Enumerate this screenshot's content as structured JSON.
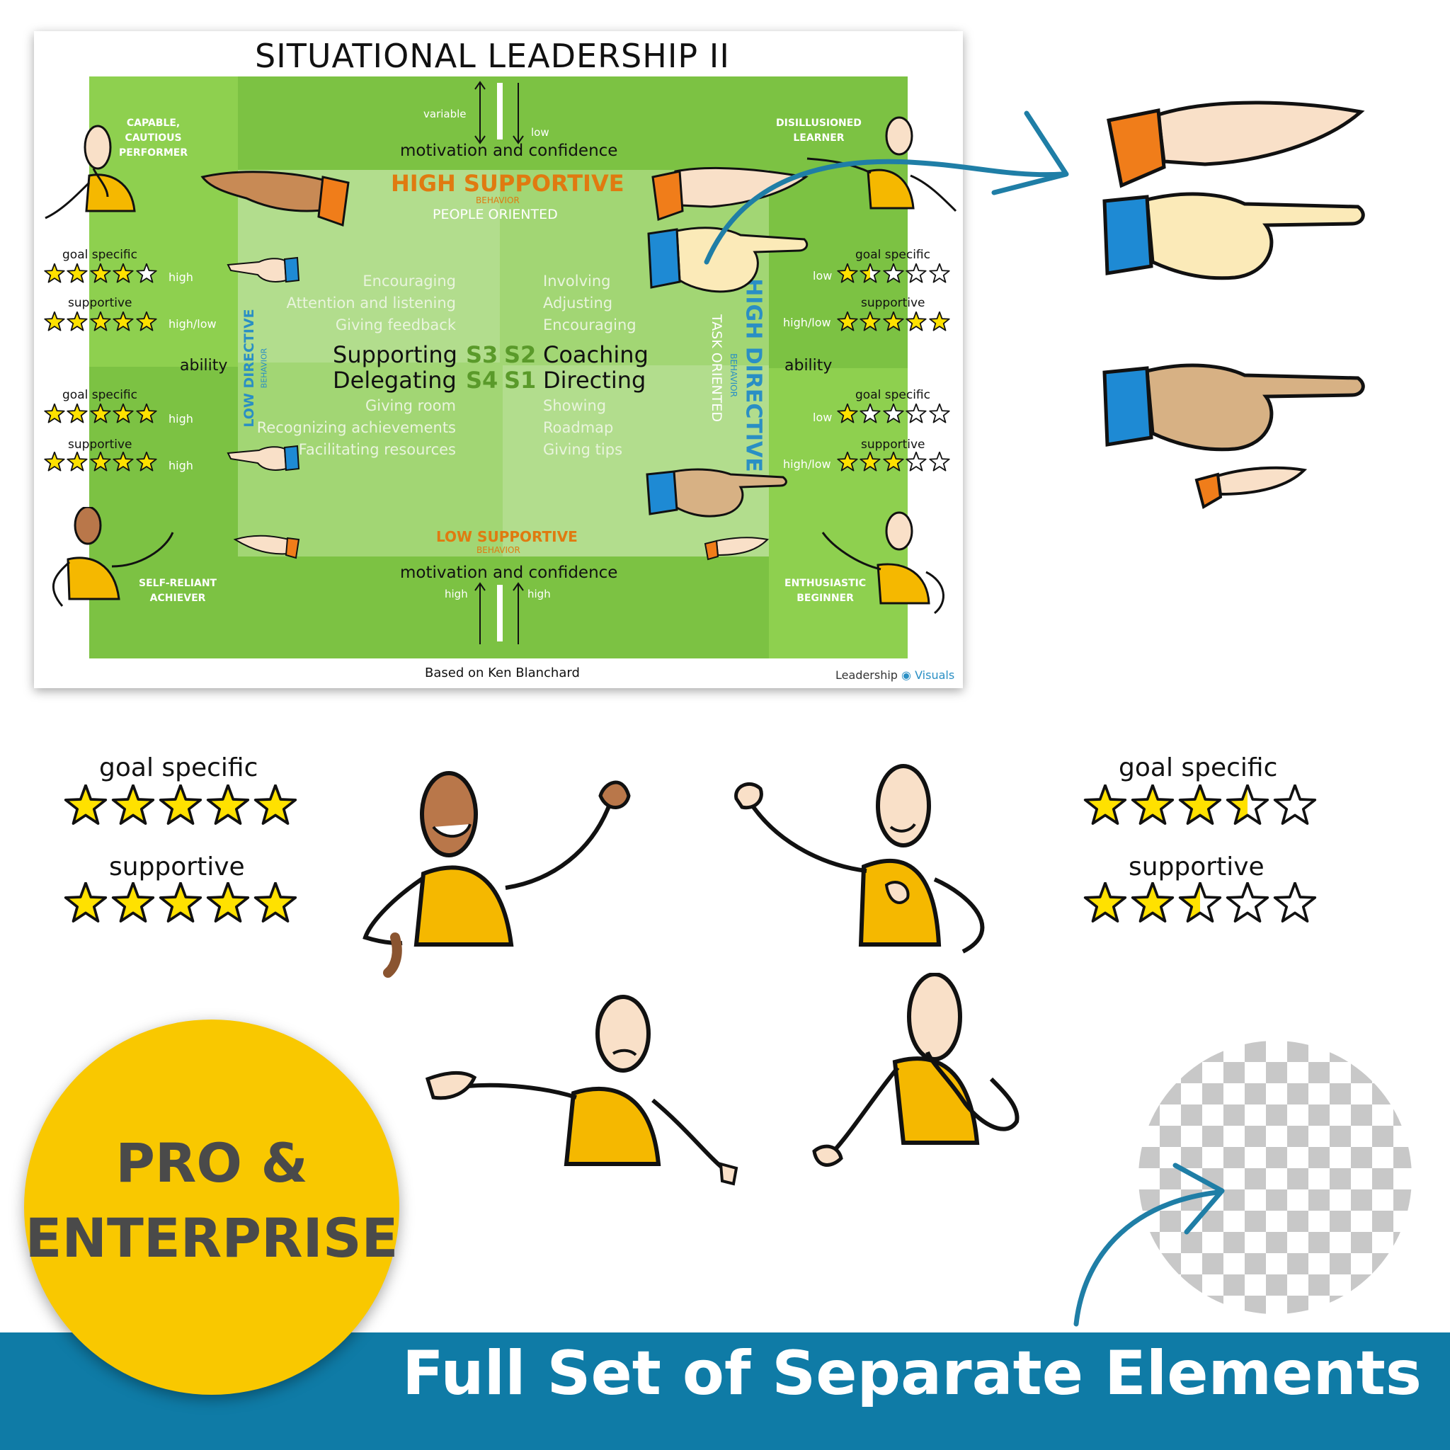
{
  "poster": {
    "title": "SITUATIONAL LEADERSHIP II",
    "top_axis": {
      "variable": "variable",
      "low": "low",
      "label": "motivation and confidence"
    },
    "bottom_axis": {
      "high_left": "high",
      "high_right": "high",
      "label": "motivation and confidence"
    },
    "high_supportive": {
      "title": "HIGH SUPPORTIVE",
      "sub": "BEHAVIOR",
      "oriented": "PEOPLE ORIENTED"
    },
    "low_supportive": {
      "title": "LOW SUPPORTIVE",
      "sub": "BEHAVIOR"
    },
    "low_directive": {
      "title": "LOW DIRECTIVE",
      "sub": "BEHAVIOR"
    },
    "high_directive": {
      "title": "HIGH DIRECTIVE",
      "sub": "BEHAVIOR",
      "oriented": "TASK ORIENTED"
    },
    "quadrants": {
      "s3": {
        "code": "S3",
        "name": "Supporting",
        "items": [
          "Encouraging",
          "Attention and listening",
          "Giving feedback"
        ]
      },
      "s2": {
        "code": "S2",
        "name": "Coaching",
        "items": [
          "Involving",
          "Adjusting",
          "Encouraging"
        ]
      },
      "s4": {
        "code": "S4",
        "name": "Delegating",
        "items": [
          "Giving room",
          "Recognizing achievements",
          "Facilitating resources"
        ]
      },
      "s1": {
        "code": "S1",
        "name": "Directing",
        "items": [
          "Showing",
          "Roadmap",
          "Giving tips"
        ]
      }
    },
    "ability_left": "ability",
    "ability_right": "ability",
    "personas": {
      "top_left": "CAPABLE,\nCAUTIOUS\nPERFORMER",
      "top_right": "DISILLUSIONED\nLEARNER",
      "bottom_left": "SELF-RELIANT\nACHIEVER",
      "bottom_right": "ENTHUSIASTIC\nBEGINNER"
    },
    "ratings": {
      "left_top": {
        "goal_label": "goal specific",
        "goal_value": "high",
        "goal_stars": 4,
        "sup_label": "supportive",
        "sup_value": "high/low",
        "sup_stars": 5
      },
      "left_bottom": {
        "goal_label": "goal specific",
        "goal_value": "high",
        "goal_stars": 5,
        "sup_label": "supportive",
        "sup_value": "high",
        "sup_stars": 5
      },
      "right_top": {
        "goal_label": "goal specific",
        "goal_value": "low",
        "goal_stars": 1.5,
        "sup_label": "supportive",
        "sup_value": "high/low",
        "sup_stars": 5
      },
      "right_bottom": {
        "goal_label": "goal specific",
        "goal_value": "low",
        "goal_stars": 1,
        "sup_label": "supportive",
        "sup_value": "high/low",
        "sup_stars": 3
      }
    },
    "footer": "Based on Ken Blanchard",
    "brand": {
      "left": "Leadership",
      "right": "Visuals"
    }
  },
  "elements": {
    "left_rating": {
      "goal_label": "goal specific",
      "goal_stars": 5,
      "sup_label": "supportive",
      "sup_stars": 5
    },
    "right_rating": {
      "goal_label": "goal specific",
      "goal_stars": 3.5,
      "sup_label": "supportive",
      "sup_stars": 2.5
    }
  },
  "badge": {
    "line1": "PRO &",
    "line2": "ENTERPRISE"
  },
  "banner": "Full Set of Separate Elements",
  "colors": {
    "green": "#7cc243",
    "orange": "#e07a10",
    "blue": "#2a8fc4",
    "yellow": "#f9c800",
    "banner": "#0f7ba6",
    "shirt": "#f5b800",
    "cuff_orange": "#f07d1a",
    "cuff_blue": "#1e8ad4"
  }
}
